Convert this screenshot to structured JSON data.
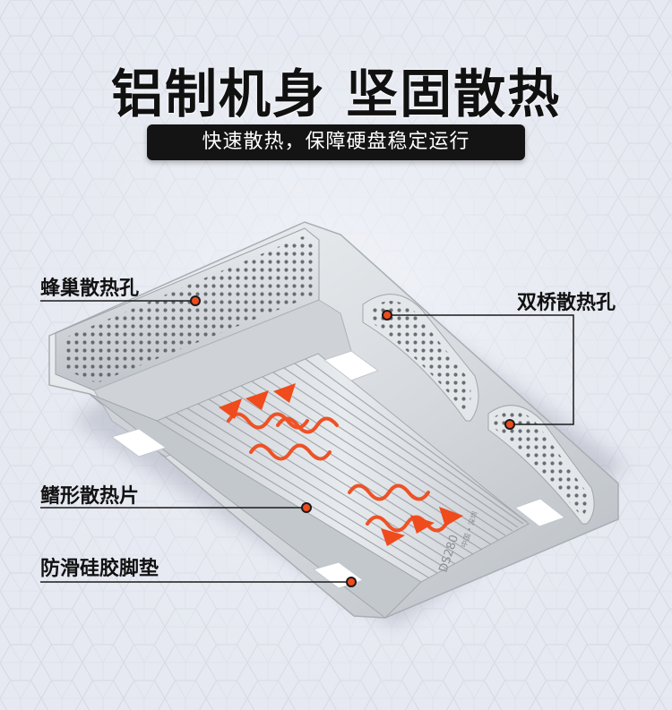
{
  "headline": "铝制机身 坚固散热",
  "subheadline": "快速散热，保障硬盘稳定运行",
  "callouts": {
    "honeycomb": "蜂巢散热孔",
    "dual_bridge": "双桥散热孔",
    "fin": "鳍形散热片",
    "pad": "防滑硅胶脚垫"
  },
  "product_marking": {
    "model": "DS280",
    "sub": "中国 • 深圳"
  },
  "colors": {
    "accent_orange": "#ef4b1c",
    "heading_text": "#111111",
    "pill_bg": "#141414",
    "pill_text": "#ffffff",
    "aluminum": "#d9dde2"
  }
}
